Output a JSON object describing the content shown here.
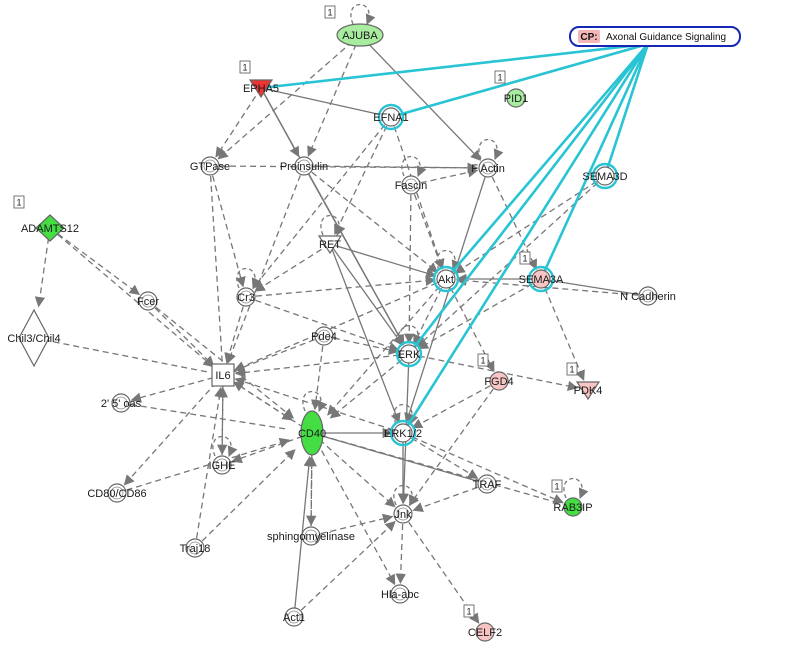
{
  "pathway": {
    "tag": "CP:",
    "label": "Axonal Guidance Signaling"
  },
  "colors": {
    "down_strong": "#44dd44",
    "down_light": "#a8ecA0",
    "up_strong": "#ee3333",
    "up_light": "#f8c4c4",
    "neutral": "#ffffff",
    "pathway_edge": "#29c4d4",
    "edge": "#777777"
  },
  "badge": "1",
  "nodes": [
    {
      "id": "AJUBA",
      "label": "AJUBA",
      "shape": "ellipse",
      "fill": "down_light",
      "badge": true
    },
    {
      "id": "EPHA5",
      "label": "EPHA5",
      "shape": "triangle-down",
      "fill": "up_strong",
      "badge": true
    },
    {
      "id": "PID1",
      "label": "PID1",
      "shape": "circle",
      "fill": "down_light",
      "badge": true
    },
    {
      "id": "EFNA1",
      "label": "EFNA1",
      "shape": "circle",
      "fill": "neutral",
      "pathway": true
    },
    {
      "id": "GTPase",
      "label": "GTPase",
      "shape": "circle",
      "fill": "neutral"
    },
    {
      "id": "Proinsulin",
      "label": "Proinsulin",
      "shape": "circle",
      "fill": "neutral"
    },
    {
      "id": "FActin",
      "label": "F Actin",
      "shape": "circle",
      "fill": "neutral"
    },
    {
      "id": "SEMA3D",
      "label": "SEMA3D",
      "shape": "circle",
      "fill": "neutral",
      "pathway": true
    },
    {
      "id": "Fascin",
      "label": "Fascin",
      "shape": "circle",
      "fill": "neutral"
    },
    {
      "id": "ADAMTS12",
      "label": "ADAMTS12",
      "shape": "diamond",
      "fill": "down_strong",
      "badge": true
    },
    {
      "id": "RET",
      "label": "RET",
      "shape": "triangle-down",
      "fill": "neutral"
    },
    {
      "id": "Akt",
      "label": "Akt",
      "shape": "circle",
      "fill": "neutral",
      "pathway": true
    },
    {
      "id": "SEMA3A",
      "label": "SEMA3A",
      "shape": "circle",
      "fill": "up_light",
      "pathway": true,
      "badge": true
    },
    {
      "id": "NCadherin",
      "label": "N Cadherin",
      "shape": "circle",
      "fill": "neutral"
    },
    {
      "id": "Fcer",
      "label": "Fcer",
      "shape": "circle",
      "fill": "neutral"
    },
    {
      "id": "Cr3",
      "label": "Cr3",
      "shape": "circle",
      "fill": "neutral"
    },
    {
      "id": "Chil3",
      "label": "Chil3/Chil4",
      "shape": "diamond-tall",
      "fill": "neutral"
    },
    {
      "id": "Pde4",
      "label": "Pde4",
      "shape": "circle",
      "fill": "neutral"
    },
    {
      "id": "ERK",
      "label": "ERK",
      "shape": "circle",
      "fill": "neutral",
      "pathway": true
    },
    {
      "id": "IL6",
      "label": "IL6",
      "shape": "square",
      "fill": "neutral"
    },
    {
      "id": "FGD4",
      "label": "FGD4",
      "shape": "circle",
      "fill": "up_light",
      "badge": true
    },
    {
      "id": "PDK4",
      "label": "PDK4",
      "shape": "triangle-down",
      "fill": "up_light",
      "badge": true
    },
    {
      "id": "OAS",
      "label": "2' 5' oas",
      "shape": "circle",
      "fill": "neutral"
    },
    {
      "id": "CD40",
      "label": "CD40",
      "shape": "ellipse-tall",
      "fill": "down_strong"
    },
    {
      "id": "ERK12",
      "label": "ERK1/2",
      "shape": "circle",
      "fill": "neutral",
      "pathway": true
    },
    {
      "id": "IGHE",
      "label": "IGHE",
      "shape": "circle",
      "fill": "neutral"
    },
    {
      "id": "TRAF",
      "label": "TRAF",
      "shape": "circle",
      "fill": "neutral"
    },
    {
      "id": "CD80",
      "label": "CD80/CD86",
      "shape": "circle",
      "fill": "neutral"
    },
    {
      "id": "RAB3IP",
      "label": "RAB3IP",
      "shape": "circle",
      "fill": "down_strong",
      "badge": true
    },
    {
      "id": "Jnk",
      "label": "Jnk",
      "shape": "circle",
      "fill": "neutral"
    },
    {
      "id": "Sphingo",
      "label": "sphingomyelinase",
      "shape": "circle",
      "fill": "neutral"
    },
    {
      "id": "Traj18",
      "label": "Traj18",
      "shape": "circle",
      "fill": "neutral"
    },
    {
      "id": "Hla",
      "label": "Hla-abc",
      "shape": "circle",
      "fill": "neutral"
    },
    {
      "id": "Act1",
      "label": "Act1",
      "shape": "circle",
      "fill": "neutral"
    },
    {
      "id": "CELF2",
      "label": "CELF2",
      "shape": "circle",
      "fill": "up_light",
      "badge": true
    }
  ],
  "pathway_links": [
    "EPHA5",
    "EFNA1",
    "SEMA3D",
    "Akt",
    "SEMA3A",
    "ERK",
    "ERK12"
  ],
  "edges": [
    {
      "from": "AJUBA",
      "to": "AJUBA",
      "type": "self"
    },
    {
      "from": "AJUBA",
      "to": "GTPase",
      "type": "dashed-arrow"
    },
    {
      "from": "AJUBA",
      "to": "FActin",
      "type": "solid-arrow"
    },
    {
      "from": "AJUBA",
      "to": "Proinsulin",
      "type": "dashed-arrow"
    },
    {
      "from": "EPHA5",
      "to": "EFNA1",
      "type": "solid"
    },
    {
      "from": "EPHA5",
      "to": "GTPase",
      "type": "dashed-arrow"
    },
    {
      "from": "EPHA5",
      "to": "Proinsulin",
      "type": "solid-arrow"
    },
    {
      "from": "EPHA5",
      "to": "ERK",
      "type": "solid-arrow"
    },
    {
      "from": "EFNA1",
      "to": "Akt",
      "type": "dashed-arrow"
    },
    {
      "from": "EFNA1",
      "to": "Cr3",
      "type": "dashed-arrow"
    },
    {
      "from": "EFNA1",
      "to": "RET",
      "type": "dashed-arrow"
    },
    {
      "from": "FActin",
      "to": "FActin",
      "type": "self"
    },
    {
      "from": "Fascin",
      "to": "FActin",
      "type": "dashed-arrow"
    },
    {
      "from": "Proinsulin",
      "to": "FActin",
      "type": "dashed-arrow"
    },
    {
      "from": "GTPase",
      "to": "FActin",
      "type": "dashed-arrow"
    },
    {
      "from": "Fascin",
      "to": "Fascin",
      "type": "self"
    },
    {
      "from": "Fascin",
      "to": "Akt",
      "type": "dashed-arrow"
    },
    {
      "from": "Fascin",
      "to": "ERK",
      "type": "dashed-arrow"
    },
    {
      "from": "FActin",
      "to": "ERK12",
      "type": "solid-arrow"
    },
    {
      "from": "FActin",
      "to": "SEMA3A",
      "type": "dashed-arrow"
    },
    {
      "from": "SEMA3D",
      "to": "Akt",
      "type": "dashed-arrow"
    },
    {
      "from": "SEMA3D",
      "to": "ERK",
      "type": "dashed-arrow"
    },
    {
      "from": "ADAMTS12",
      "to": "Fcer",
      "type": "dashed-arrow"
    },
    {
      "from": "ADAMTS12",
      "to": "Chil3",
      "type": "dashed-arrow"
    },
    {
      "from": "ADAMTS12",
      "to": "IL6",
      "type": "dashed-arrow"
    },
    {
      "from": "Chil3",
      "to": "IL6",
      "type": "dashed"
    },
    {
      "from": "Fcer",
      "to": "IL6",
      "type": "dashed-arrow"
    },
    {
      "from": "Fcer",
      "to": "CD40",
      "type": "dashed-arrow"
    },
    {
      "from": "GTPase",
      "to": "Cr3",
      "type": "dashed-arrow"
    },
    {
      "from": "Proinsulin",
      "to": "IL6",
      "type": "dashed-arrow"
    },
    {
      "from": "Cr3",
      "to": "Cr3",
      "type": "self"
    },
    {
      "from": "Cr3",
      "to": "IL6",
      "type": "dashed-arrow"
    },
    {
      "from": "Cr3",
      "to": "Akt",
      "type": "dashed-arrow"
    },
    {
      "from": "Cr3",
      "to": "ERK",
      "type": "dashed-arrow"
    },
    {
      "from": "RET",
      "to": "RET",
      "type": "self"
    },
    {
      "from": "RET",
      "to": "Akt",
      "type": "solid-arrow"
    },
    {
      "from": "RET",
      "to": "ERK",
      "type": "solid-arrow"
    },
    {
      "from": "RET",
      "to": "ERK12",
      "type": "solid-arrow"
    },
    {
      "from": "RET",
      "to": "Cr3",
      "type": "dashed-arrow"
    },
    {
      "from": "Proinsulin",
      "to": "Akt",
      "type": "dashed-arrow"
    },
    {
      "from": "Proinsulin",
      "to": "ERK",
      "type": "solid-arrow"
    },
    {
      "from": "Akt",
      "to": "Akt",
      "type": "self"
    },
    {
      "from": "SEMA3A",
      "to": "Akt",
      "type": "solid-arrow"
    },
    {
      "from": "SEMA3A",
      "to": "NCadherin",
      "type": "solid"
    },
    {
      "from": "SEMA3A",
      "to": "PDK4",
      "type": "dashed-arrow"
    },
    {
      "from": "SEMA3A",
      "to": "ERK",
      "type": "dashed-arrow"
    },
    {
      "from": "NCadherin",
      "to": "Akt",
      "type": "dashed-arrow"
    },
    {
      "from": "Akt",
      "to": "FGD4",
      "type": "dashed-arrow"
    },
    {
      "from": "Akt",
      "to": "IL6",
      "type": "dashed-arrow"
    },
    {
      "from": "Akt",
      "to": "ERK",
      "type": "dashed-arrow"
    },
    {
      "from": "Akt",
      "to": "CD40",
      "type": "dashed-arrow"
    },
    {
      "from": "Pde4",
      "to": "IL6",
      "type": "dashed-arrow"
    },
    {
      "from": "Pde4",
      "to": "ERK",
      "type": "dashed-arrow"
    },
    {
      "from": "Pde4",
      "to": "CD40",
      "type": "dashed-arrow"
    },
    {
      "from": "ERK",
      "to": "ERK",
      "type": "self"
    },
    {
      "from": "ERK",
      "to": "IL6",
      "type": "dashed-arrow"
    },
    {
      "from": "ERK",
      "to": "PDK4",
      "type": "dashed-arrow"
    },
    {
      "from": "ERK",
      "to": "Jnk",
      "type": "solid-arrow"
    },
    {
      "from": "ERK",
      "to": "CD40",
      "type": "dashed-arrow"
    },
    {
      "from": "FGD4",
      "to": "ERK12",
      "type": "dashed-arrow"
    },
    {
      "from": "FGD4",
      "to": "Jnk",
      "type": "dashed-arrow"
    },
    {
      "from": "IL6",
      "to": "OAS",
      "type": "dashed-arrow"
    },
    {
      "from": "IL6",
      "to": "CD80",
      "type": "dashed-arrow"
    },
    {
      "from": "IL6",
      "to": "CD40",
      "type": "dashed-arrow"
    },
    {
      "from": "IL6",
      "to": "IGHE",
      "type": "dashed-arrow"
    },
    {
      "from": "OAS",
      "to": "CD40",
      "type": "dashed"
    },
    {
      "from": "CD40",
      "to": "CD40",
      "type": "self"
    },
    {
      "from": "CD40",
      "to": "IL6",
      "type": "dashed-arrow"
    },
    {
      "from": "CD40",
      "to": "IGHE",
      "type": "dashed-arrow"
    },
    {
      "from": "CD40",
      "to": "ERK12",
      "type": "solid-arrow"
    },
    {
      "from": "CD40",
      "to": "TRAF",
      "type": "solid"
    },
    {
      "from": "CD40",
      "to": "Jnk",
      "type": "dashed-arrow"
    },
    {
      "from": "CD40",
      "to": "Sphingo",
      "type": "dashed-arrow"
    },
    {
      "from": "CD40",
      "to": "Hla",
      "type": "dashed-arrow"
    },
    {
      "from": "CD40",
      "to": "RAB3IP",
      "type": "dashed"
    },
    {
      "from": "ERK12",
      "to": "ERK12",
      "type": "self"
    },
    {
      "from": "ERK12",
      "to": "IL6",
      "type": "dashed-arrow"
    },
    {
      "from": "ERK12",
      "to": "Jnk",
      "type": "solid-arrow"
    },
    {
      "from": "ERK12",
      "to": "TRAF",
      "type": "dashed-arrow"
    },
    {
      "from": "ERK12",
      "to": "RAB3IP",
      "type": "dashed-arrow"
    },
    {
      "from": "IGHE",
      "to": "IGHE",
      "type": "self"
    },
    {
      "from": "IGHE",
      "to": "IL6",
      "type": "dashed-arrow"
    },
    {
      "from": "CD80",
      "to": "CD40",
      "type": "dashed-arrow"
    },
    {
      "from": "Traj18",
      "to": "IL6",
      "type": "dashed-arrow"
    },
    {
      "from": "Traj18",
      "to": "CD40",
      "type": "dashed-arrow"
    },
    {
      "from": "TRAF",
      "to": "Jnk",
      "type": "dashed-arrow"
    },
    {
      "from": "RAB3IP",
      "to": "RAB3IP",
      "type": "self"
    },
    {
      "from": "Jnk",
      "to": "Jnk",
      "type": "self"
    },
    {
      "from": "Jnk",
      "to": "Hla",
      "type": "dashed-arrow"
    },
    {
      "from": "Jnk",
      "to": "CELF2",
      "type": "dashed-arrow"
    },
    {
      "from": "Sphingo",
      "to": "Jnk",
      "type": "dashed-arrow"
    },
    {
      "from": "Sphingo",
      "to": "CD40",
      "type": "dashed-arrow"
    },
    {
      "from": "Act1",
      "to": "CD40",
      "type": "solid-arrow"
    },
    {
      "from": "Act1",
      "to": "Jnk",
      "type": "dashed-arrow"
    },
    {
      "from": "GTPase",
      "to": "IL6",
      "type": "dashed"
    }
  ]
}
